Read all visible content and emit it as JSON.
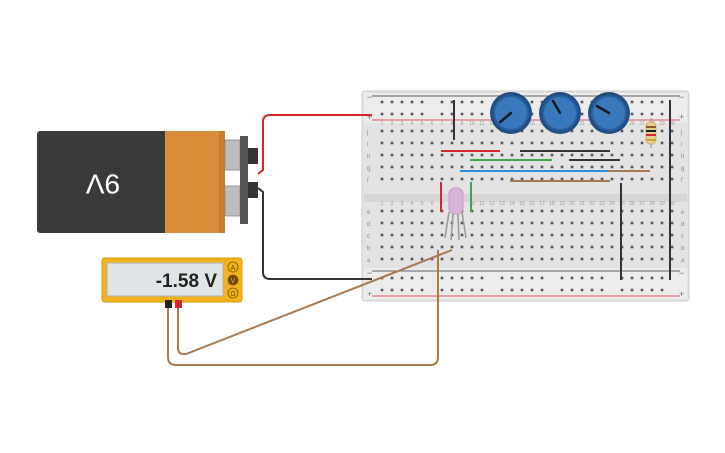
{
  "battery": {
    "label": "9V"
  },
  "multimeter": {
    "reading": "-1.58 V",
    "modes": [
      "A",
      "V",
      "Ω"
    ]
  },
  "breadboard": {
    "rail_symbols": [
      "−",
      "+"
    ],
    "row_letters_top": [
      "j",
      "i",
      "h",
      "g",
      "f"
    ],
    "row_letters_bottom": [
      "e",
      "d",
      "c",
      "b",
      "a"
    ],
    "column_numbers": [
      "1",
      "2",
      "3",
      "4",
      "5",
      "6",
      "7",
      "8",
      "9",
      "10",
      "11",
      "12",
      "13",
      "14",
      "15",
      "16",
      "17",
      "18",
      "19",
      "20",
      "21",
      "22",
      "23",
      "24",
      "25",
      "26",
      "27",
      "28",
      "29",
      "30"
    ]
  },
  "potentiometers": [
    {
      "id": "pot-1",
      "knob_angle": -130
    },
    {
      "id": "pot-2",
      "knob_angle": -30
    },
    {
      "id": "pot-3",
      "knob_angle": -60
    }
  ],
  "colors": {
    "wire_red": "#d6252b",
    "wire_black": "#333333",
    "wire_brown": "#a87a4f",
    "wire_green": "#3aa84a",
    "wire_blue": "#2a8ed8",
    "pot_blue": "#2f6db0",
    "multimeter_body": "#f2b31c",
    "battery_orange": "#d98c3a",
    "led_pink": "#d9b3d9"
  }
}
